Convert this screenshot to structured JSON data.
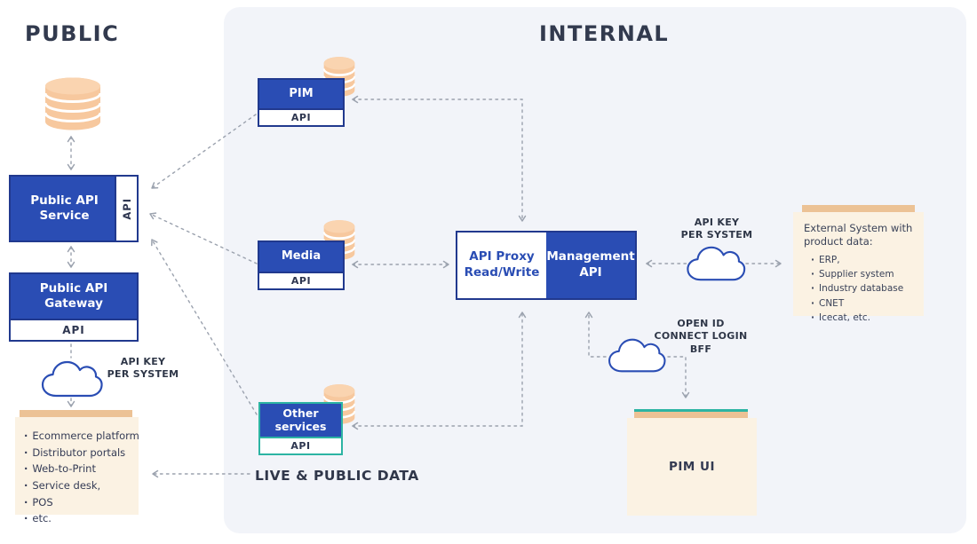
{
  "headings": {
    "public": "PUBLIC",
    "internal": "INTERNAL"
  },
  "colors": {
    "box_blue": "#2a4db4",
    "box_border": "#21398e",
    "teal": "#2db4a3",
    "cream": "#fbf2e3",
    "peach_bar": "#ecc295",
    "db_peach": "#f7c89e",
    "panel_bg": "#f2f4f9",
    "text_dark": "#323a4e",
    "arrow_gray": "#9ba2ae"
  },
  "public_section": {
    "service_box": {
      "label": "Public API Service",
      "side_label": "API"
    },
    "gateway_box": {
      "label": "Public API Gateway",
      "bottom_label": "API"
    },
    "api_key_label": {
      "line1": "API KEY",
      "line2": "PER SYSTEM"
    },
    "consumers": {
      "items": [
        "Ecommerce platform",
        "Distributor portals",
        "Web-to-Print",
        "Service desk,",
        "POS",
        "etc."
      ]
    }
  },
  "internal_section": {
    "pim_box": {
      "label": "PIM",
      "bottom_label": "API"
    },
    "media_box": {
      "label": "Media",
      "bottom_label": "API"
    },
    "other_box": {
      "label": "Other services",
      "bottom_label": "API"
    },
    "proxy_box": {
      "left_label": "API Proxy Read/Write",
      "right_label": "Management API"
    },
    "api_key_label": {
      "line1": "API KEY",
      "line2": "PER SYSTEM"
    },
    "openid_label": {
      "line1": "OPEN ID",
      "line2": "CONNECT LOGIN",
      "line3": "BFF"
    },
    "external_system": {
      "title": "External System with product data:",
      "items": [
        "ERP,",
        "Supplier system",
        "Industry database",
        "CNET",
        "Icecat, etc."
      ]
    },
    "pim_ui_label": "PIM UI",
    "live_label": "LIVE & PUBLIC DATA"
  }
}
